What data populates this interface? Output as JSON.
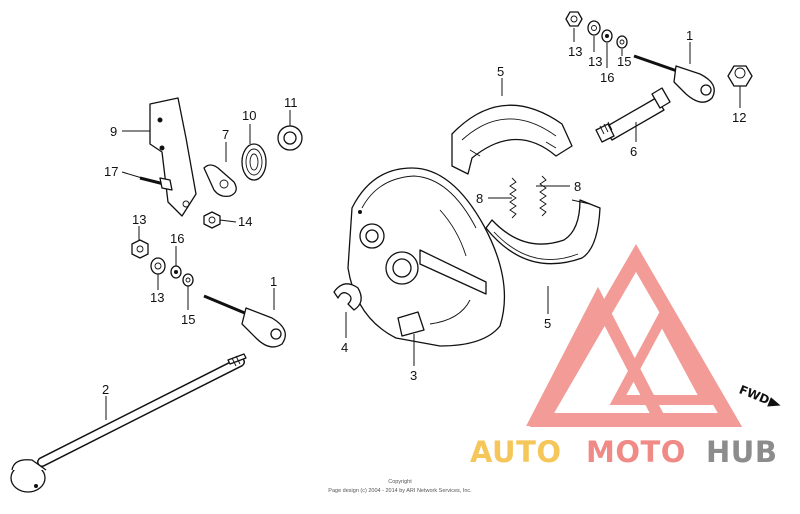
{
  "callouts": [
    {
      "id": "c13a",
      "label": "13"
    },
    {
      "id": "c13b",
      "label": "13"
    },
    {
      "id": "c16a",
      "label": "16"
    },
    {
      "id": "c15a",
      "label": "15"
    },
    {
      "id": "c1a",
      "label": "1"
    },
    {
      "id": "c12",
      "label": "12"
    },
    {
      "id": "c6",
      "label": "6"
    },
    {
      "id": "c5a",
      "label": "5"
    },
    {
      "id": "c8a",
      "label": "8"
    },
    {
      "id": "c8b",
      "label": "8"
    },
    {
      "id": "c5b",
      "label": "5"
    },
    {
      "id": "c9",
      "label": "9"
    },
    {
      "id": "c7",
      "label": "7"
    },
    {
      "id": "c10",
      "label": "10"
    },
    {
      "id": "c11",
      "label": "11"
    },
    {
      "id": "c17",
      "label": "17"
    },
    {
      "id": "c14",
      "label": "14"
    },
    {
      "id": "c13c",
      "label": "13"
    },
    {
      "id": "c16b",
      "label": "16"
    },
    {
      "id": "c13d",
      "label": "13"
    },
    {
      "id": "c15b",
      "label": "15"
    },
    {
      "id": "c1b",
      "label": "1"
    },
    {
      "id": "c4",
      "label": "4"
    },
    {
      "id": "c3",
      "label": "3"
    },
    {
      "id": "c2",
      "label": "2"
    }
  ],
  "direction_label": "FWD",
  "copyright": {
    "line1": "Copyright",
    "line2": "Page design (c) 2004 - 2014 by ARI Network Services, Inc."
  },
  "watermark": {
    "part1": "AUTO",
    "part2": "MOTO",
    "part3": "HUB",
    "color1": "#f5c65a",
    "color2": "#f08a86",
    "color3": "#8c8c8c"
  }
}
